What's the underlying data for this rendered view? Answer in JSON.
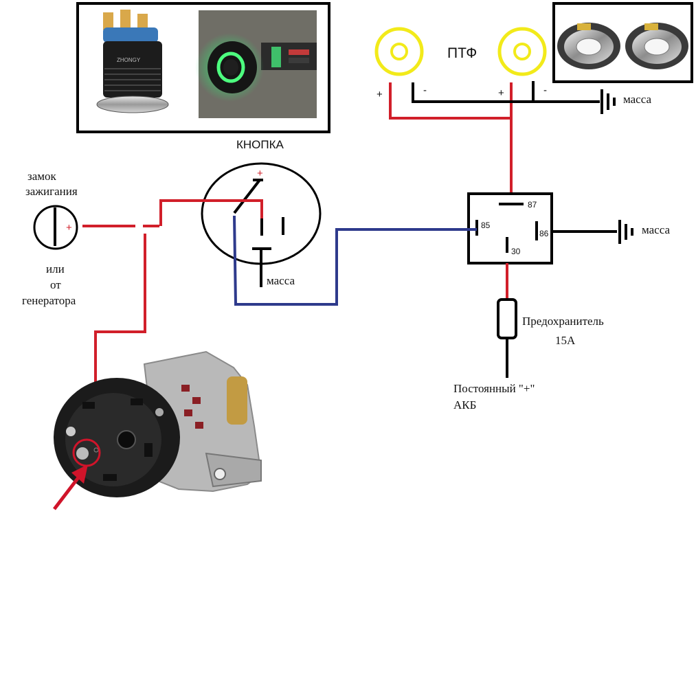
{
  "colors": {
    "positive_wire": "#d11f2a",
    "control_wire": "#2e3a8c",
    "ground_wire": "#000000",
    "lamp": "#f2ea1a",
    "arrow": "#d0142a"
  },
  "icons": [
    "push-button-photo",
    "fog-lamp-photo",
    "alternator-photo",
    "ground-symbol-icon",
    "fuse-icon",
    "relay-icon",
    "arrow-icon"
  ],
  "labels": {
    "button": "КНОПКА",
    "fog_lamps": "ПТФ",
    "ground_lamps": "масса",
    "ground_button": "масса",
    "ground_relay": "масса",
    "ignition_line1": "замок",
    "ignition_line2": "зажигания",
    "alt_line1": "или",
    "alt_line2": "от",
    "alt_line3": "генератора",
    "fuse_line1": "Предохранитель",
    "fuse_line2": "15А",
    "battery_line1": "Постоянный \"+\"",
    "battery_line2": "АКБ",
    "lamp1_plus": "+",
    "lamp1_minus": "-",
    "lamp2_plus": "+",
    "lamp2_minus": "-",
    "switch_plus": "+",
    "ignition_plus": "+",
    "button_ring_text": "ZHONGY"
  },
  "relay": {
    "pin_87": "87",
    "pin_85": "85",
    "pin_86": "86",
    "pin_30": "30"
  }
}
